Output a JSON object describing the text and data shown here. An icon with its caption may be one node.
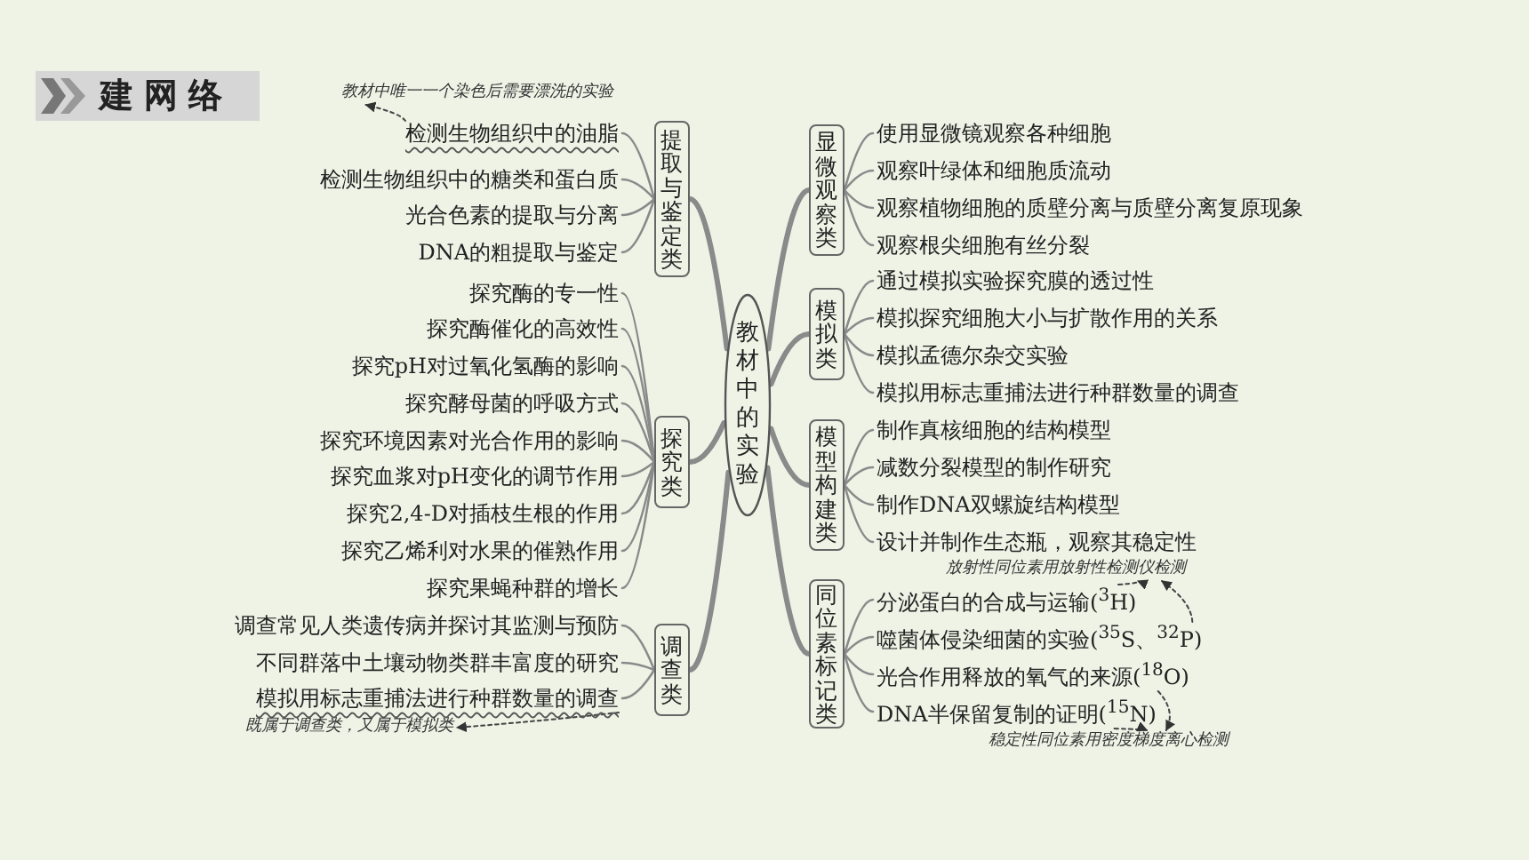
{
  "diagram": {
    "title": "建网络",
    "nodes": [
      {
        "text": [
          "教材中的实验"
        ]
      },
      {
        "text": [
          "提取与鉴定类"
        ]
      },
      {
        "text": [
          "检测生物组织中的油脂"
        ]
      },
      {
        "text": [
          "检测生物组织中的糖类和蛋白质"
        ]
      },
      {
        "text": [
          "光合色素的提取与分离"
        ]
      },
      {
        "text": [
          "DNA的粗提取与鉴定"
        ]
      },
      {
        "text": [
          "教材中唯一一个染色后需要漂洗的实验"
        ]
      },
      {
        "text": [
          "探究类"
        ]
      },
      {
        "text": [
          "探究酶的专一性"
        ]
      },
      {
        "text": [
          "探究酶催化的高效性"
        ]
      },
      {
        "text": [
          "探究pH对过氧化氢酶的影响"
        ]
      },
      {
        "text": [
          "探究酵母菌的呼吸方式"
        ]
      },
      {
        "text": [
          "探究环境因素对光合作用的影响"
        ]
      },
      {
        "text": [
          "探究血浆对pH变化的调节作用"
        ]
      },
      {
        "text": [
          "探究2,4-D对插枝生根的作用"
        ]
      },
      {
        "text": [
          "探究乙烯利对水果的催熟作用"
        ]
      },
      {
        "text": [
          "探究果蝇种群的增长"
        ]
      },
      {
        "text": [
          "调查类"
        ]
      },
      {
        "text": [
          "调查常见人类遗传病并探讨其监测与预防"
        ]
      },
      {
        "text": [
          "不同群落中土壤动物类群丰富度的研究"
        ]
      },
      {
        "text": [
          "模拟用标志重捕法进行种群数量的调查"
        ]
      },
      {
        "text": [
          "既属于调查类，又属于模拟类"
        ]
      },
      {
        "text": [
          "显微观察类"
        ]
      },
      {
        "text": [
          "使用显微镜观察各种细胞"
        ]
      },
      {
        "text": [
          "观察叶绿体和细胞质流动"
        ]
      },
      {
        "text": [
          "观察植物细胞的质壁分离与质壁分离复原现象"
        ]
      },
      {
        "text": [
          "观察根尖细胞有丝分裂"
        ]
      },
      {
        "text": [
          "模拟类"
        ]
      },
      {
        "text": [
          "通过模拟实验探究膜的透过性"
        ]
      },
      {
        "text": [
          "模拟探究细胞大小与扩散作用的关系"
        ]
      },
      {
        "text": [
          "模拟孟德尔杂交实验"
        ]
      },
      {
        "text": [
          "模拟用标志重捕法进行种群数量的调查"
        ]
      },
      {
        "text": [
          "模型构建类"
        ]
      },
      {
        "text": [
          "制作真核细胞的结构模型"
        ]
      },
      {
        "text": [
          "减数分裂模型的制作研究"
        ]
      },
      {
        "text": [
          "制作DNA双螺旋结构模型"
        ]
      },
      {
        "text": [
          "设计并制作生态瓶，观察其稳定性"
        ]
      },
      {
        "text": [
          "放射性同位素用放射性检测仪检测"
        ]
      },
      {
        "text": [
          "同位素标记类"
        ]
      },
      {
        "text": [
          "分泌蛋白的合成与运输($^{3}$H)"
        ]
      },
      {
        "text": [
          "噬菌体侵染细菌的实验($^{35}$S、$^{32}$P)"
        ]
      },
      {
        "text": [
          "光合作用释放的氧气的来源($^{18}$O)"
        ]
      },
      {
        "text": [
          "DNA半保留复制的证明($^{15}$N)"
        ]
      },
      {
        "text": [
          "稳定性同位素用密度梯度离心检测"
        ]
      }
    ],
    "edges": [
      {
        "from": 0,
        "to": 1,
        "arrow": "none",
        "style": "thick"
      },
      {
        "from": 0,
        "to": 7,
        "arrow": "none",
        "style": "thick"
      },
      {
        "from": 0,
        "to": 17,
        "arrow": "none",
        "style": "thick"
      },
      {
        "from": 0,
        "to": 22,
        "arrow": "none",
        "style": "thick"
      },
      {
        "from": 0,
        "to": 27,
        "arrow": "none",
        "style": "thick"
      },
      {
        "from": 0,
        "to": 32,
        "arrow": "none",
        "style": "thick"
      },
      {
        "from": 0,
        "to": 38,
        "arrow": "none",
        "style": "thick"
      },
      {
        "from": 1,
        "to": 2,
        "arrow": "none"
      },
      {
        "from": 1,
        "to": 3,
        "arrow": "none"
      },
      {
        "from": 1,
        "to": 4,
        "arrow": "none"
      },
      {
        "from": 1,
        "to": 5,
        "arrow": "none"
      },
      {
        "from": 7,
        "to": 8,
        "arrow": "none"
      },
      {
        "from": 7,
        "to": 9,
        "arrow": "none"
      },
      {
        "from": 7,
        "to": 10,
        "arrow": "none"
      },
      {
        "from": 7,
        "to": 11,
        "arrow": "none"
      },
      {
        "from": 7,
        "to": 12,
        "arrow": "none"
      },
      {
        "from": 7,
        "to": 13,
        "arrow": "none"
      },
      {
        "from": 7,
        "to": 14,
        "arrow": "none"
      },
      {
        "from": 7,
        "to": 15,
        "arrow": "none"
      },
      {
        "from": 7,
        "to": 16,
        "arrow": "none"
      },
      {
        "from": 17,
        "to": 18,
        "arrow": "none"
      },
      {
        "from": 17,
        "to": 19,
        "arrow": "none"
      },
      {
        "from": 17,
        "to": 20,
        "arrow": "none"
      },
      {
        "from": 22,
        "to": 23,
        "arrow": "none"
      },
      {
        "from": 22,
        "to": 24,
        "arrow": "none"
      },
      {
        "from": 22,
        "to": 25,
        "arrow": "none"
      },
      {
        "from": 22,
        "to": 26,
        "arrow": "none"
      },
      {
        "from": 27,
        "to": 28,
        "arrow": "none"
      },
      {
        "from": 27,
        "to": 29,
        "arrow": "none"
      },
      {
        "from": 27,
        "to": 30,
        "arrow": "none"
      },
      {
        "from": 27,
        "to": 31,
        "arrow": "none"
      },
      {
        "from": 32,
        "to": 33,
        "arrow": "none"
      },
      {
        "from": 32,
        "to": 34,
        "arrow": "none"
      },
      {
        "from": 32,
        "to": 35,
        "arrow": "none"
      },
      {
        "from": 32,
        "to": 36,
        "arrow": "none"
      },
      {
        "from": 38,
        "to": 39,
        "arrow": "none"
      },
      {
        "from": 38,
        "to": 40,
        "arrow": "none"
      },
      {
        "from": 38,
        "to": 41,
        "arrow": "none"
      },
      {
        "from": 38,
        "to": 42,
        "arrow": "none"
      },
      {
        "from": 2,
        "to": 6,
        "arrow": "to",
        "style": "dashed"
      },
      {
        "from": 20,
        "to": 21,
        "arrow": "to",
        "style": "dashed"
      },
      {
        "from": 39,
        "to": 37,
        "arrow": "to",
        "style": "dashed"
      },
      {
        "from": 40,
        "to": 37,
        "arrow": "to",
        "style": "dashed"
      },
      {
        "from": 41,
        "to": 43,
        "arrow": "to",
        "style": "dashed"
      },
      {
        "from": 42,
        "to": 43,
        "arrow": "to",
        "style": "dashed"
      }
    ]
  }
}
